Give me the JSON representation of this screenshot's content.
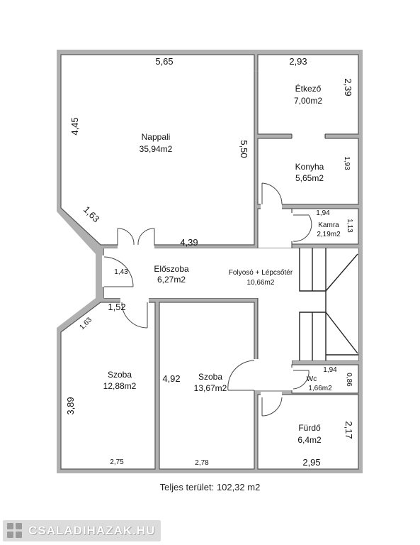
{
  "rooms": {
    "nappali": {
      "name": "Nappali",
      "area": "35,94m2"
    },
    "etkezo": {
      "name": "Étkező",
      "area": "7,00m2"
    },
    "konyha": {
      "name": "Konyha",
      "area": "5,65m2"
    },
    "kamra": {
      "name": "Kamra",
      "area": "2,19m2"
    },
    "eloszoba": {
      "name": "Előszoba",
      "area": "6,27m2"
    },
    "folyoso": {
      "name": "Folyosó + Lépcsőtér",
      "area": "10,66m2"
    },
    "szoba1": {
      "name": "Szoba",
      "area": "12,88m2"
    },
    "szoba2": {
      "name": "Szoba",
      "area": "13,67m2"
    },
    "wc": {
      "name": "Wc",
      "area": "1,66m2"
    },
    "furdo": {
      "name": "Fürdő",
      "area": "6,4m2"
    }
  },
  "dimensions": {
    "nappali_width": "5,65",
    "nappali_height": "4,45",
    "nappali_right": "5,50",
    "nappali_diag": "1,63",
    "nappali_bottom": "4,39",
    "etkezo_width": "2,93",
    "etkezo_height": "2,39",
    "konyha_height": "1,93",
    "kamra_width": "1,94",
    "kamra_height": "1,13",
    "eloszoba_width": "1,43",
    "eloszoba_bottom": "1,52",
    "szoba1_diag": "1,63",
    "szoba1_height": "3,89",
    "szoba1_width": "2,75",
    "szoba2_height": "4,92",
    "szoba2_width": "2,78",
    "wc_width": "1,94",
    "wc_height": "0,86",
    "furdo_width": "2,95",
    "furdo_height": "2,17"
  },
  "total_area": "Teljes terület: 102,32 m2",
  "logo": {
    "text": "CSALADIHAZAK.HU"
  }
}
